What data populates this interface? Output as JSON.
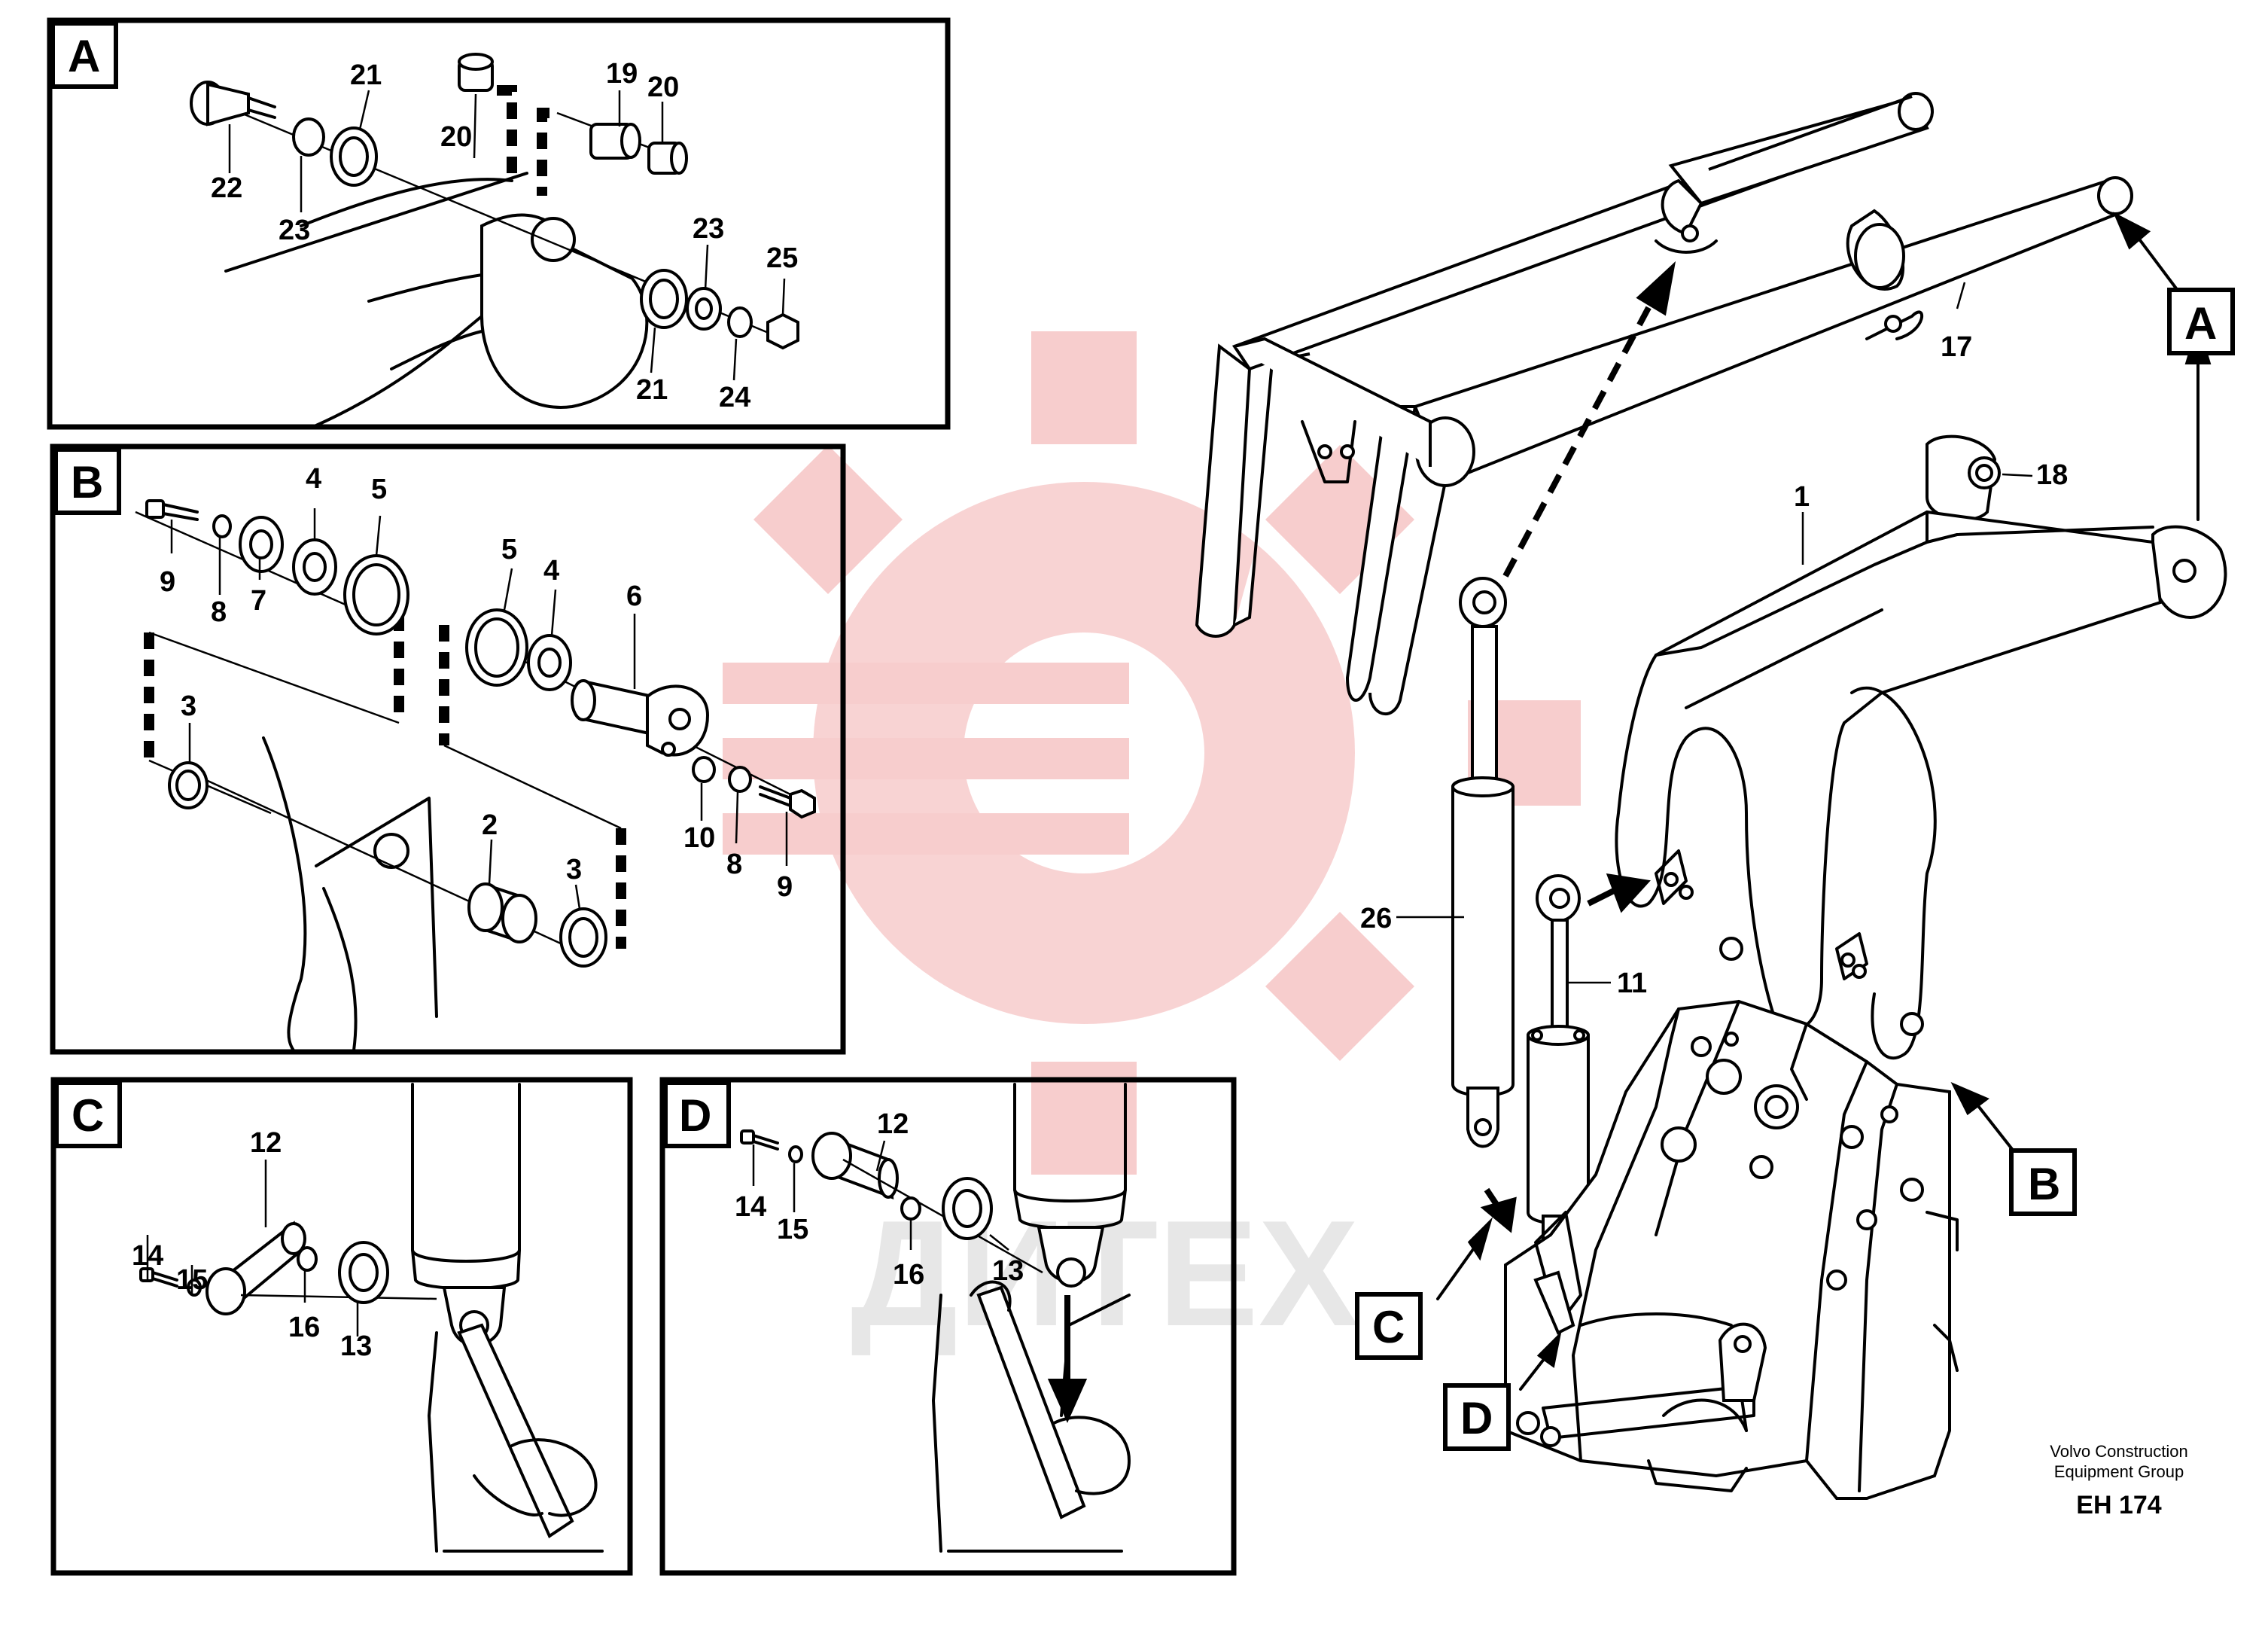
{
  "watermark": {
    "text": "ДИТЕХ",
    "color": "#f4b3b3",
    "text_color": "#e6e6e6"
  },
  "panels": {
    "A": {
      "label": "A",
      "callouts": [
        "21",
        "19",
        "20",
        "20",
        "22",
        "23",
        "23",
        "25",
        "21",
        "24"
      ]
    },
    "B": {
      "label": "B",
      "callouts": [
        "4",
        "5",
        "9",
        "8",
        "7",
        "5",
        "4",
        "6",
        "3",
        "2",
        "3",
        "10",
        "8",
        "9"
      ]
    },
    "C": {
      "label": "C",
      "callouts": [
        "12",
        "14",
        "15",
        "16",
        "13"
      ]
    },
    "D": {
      "label": "D",
      "callouts": [
        "12",
        "14",
        "15",
        "13",
        "16"
      ]
    }
  },
  "main_view": {
    "callouts": [
      "17",
      "1",
      "18",
      "26",
      "11"
    ],
    "pointer_labels": [
      "A",
      "B",
      "C",
      "D"
    ]
  },
  "footer": {
    "company_line1": "Volvo Construction",
    "company_line2": "Equipment Group",
    "code": "EH 174"
  }
}
